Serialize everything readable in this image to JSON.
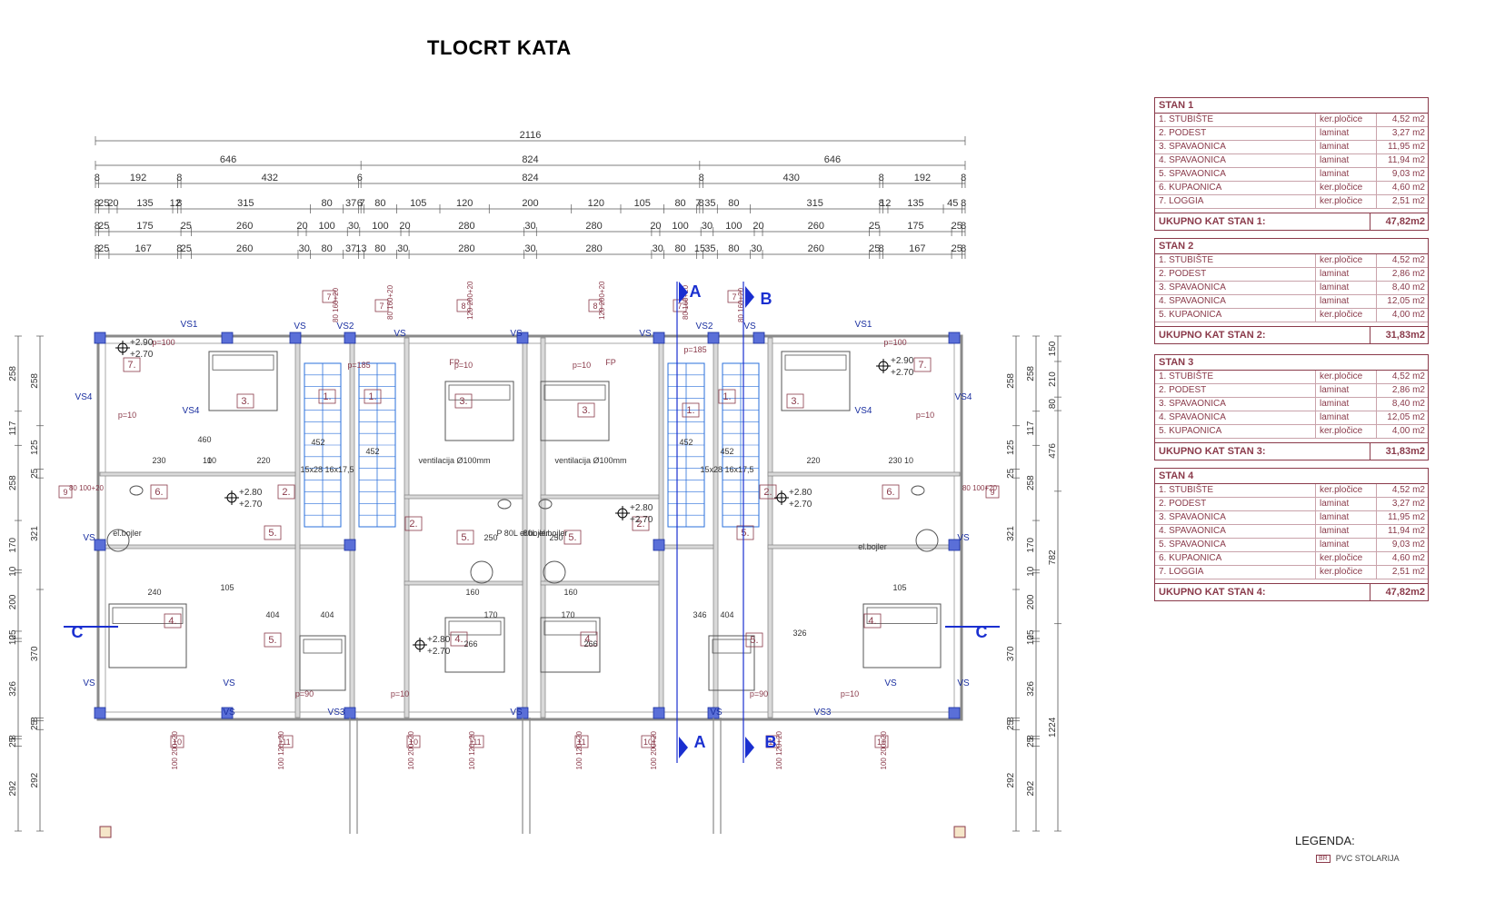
{
  "title": "TLOCRT KATA",
  "dimensions": {
    "overall": "2116",
    "row2": [
      "646",
      "824",
      "646"
    ],
    "row3": [
      "8",
      "192",
      "8",
      "432",
      "6",
      "824",
      "8",
      "430",
      "8",
      "192",
      "8"
    ],
    "row4": [
      "8",
      "25",
      "20",
      "135",
      "12",
      "8",
      "315",
      "80",
      "37",
      "6",
      "7",
      "80",
      "105",
      "120",
      "200",
      "120",
      "105",
      "80",
      "7",
      "8",
      "35",
      "80",
      "315",
      "8",
      "12",
      "135",
      "45",
      "8"
    ],
    "row5": [
      "8",
      "25",
      "175",
      "25",
      "260",
      "20",
      "100",
      "30",
      "100",
      "20",
      "280",
      "30",
      "280",
      "20",
      "100",
      "30",
      "100",
      "20",
      "260",
      "25",
      "175",
      "25",
      "8"
    ],
    "row6": [
      "8",
      "25",
      "167",
      "8",
      "25",
      "260",
      "30",
      "80",
      "37",
      "13",
      "80",
      "30",
      "280",
      "30",
      "280",
      "30",
      "80",
      "15",
      "35",
      "80",
      "30",
      "260",
      "25",
      "8",
      "167",
      "25",
      "8"
    ],
    "left_outer": [
      "258",
      "117",
      "258",
      "170",
      "10",
      "200",
      "25",
      "10",
      "326",
      "8",
      "25",
      "292"
    ],
    "left_inner": [
      "258",
      "125",
      "25",
      "321",
      "370",
      "8",
      "25",
      "292"
    ],
    "right_outer": [
      "258",
      "125",
      "25",
      "321",
      "370",
      "8",
      "25",
      "292"
    ],
    "right_inner": [
      "258",
      "117",
      "258",
      "170",
      "10",
      "200",
      "25",
      "10",
      "326",
      "8",
      "25",
      "292"
    ],
    "right_far": [
      "150",
      "210",
      "80",
      "476",
      "782",
      "1224"
    ]
  },
  "plan_labels": {
    "vs": [
      "VS1",
      "VS",
      "VS2",
      "VS",
      "VS",
      "VS",
      "VS2",
      "VS",
      "VS1",
      "VS4",
      "VS4",
      "VS4",
      "VS4",
      "VS",
      "VS",
      "VS",
      "VS",
      "VS",
      "VS3",
      "VS",
      "VS",
      "VS3",
      "VS",
      "VS"
    ],
    "rooms": [
      "1.",
      "1.",
      "1.",
      "1.",
      "2.",
      "2.",
      "2.",
      "2.",
      "3.",
      "3.",
      "3.",
      "3.",
      "4.",
      "4.",
      "4.",
      "4.",
      "5.",
      "5.",
      "5.",
      "5.",
      "5.",
      "5.",
      "6.",
      "6.",
      "7.",
      "7."
    ],
    "levels": [
      "+2.90",
      "+2.70",
      "+2.90",
      "+2.70",
      "+2.80",
      "+2.70",
      "+2.80",
      "+2.70",
      "+2.80",
      "+2.70",
      "+2.80",
      "+2.70"
    ],
    "window_tags": [
      "7",
      "7",
      "8",
      "8",
      "7",
      "7",
      "9",
      "9",
      "10",
      "11",
      "10",
      "11",
      "11",
      "10",
      "11",
      "10"
    ],
    "window_sizes_top": [
      "80 160+20",
      "80 160+20",
      "120 200+20",
      "120 200+20",
      "80 160+20",
      "80 160+20"
    ],
    "window_sizes_bottom": [
      "100 200+20",
      "100 120+20",
      "100 200+20",
      "100 120+20",
      "100 120+20",
      "100 200+20",
      "100 120+20",
      "100 200+20"
    ],
    "window_sizes_side": [
      "80 100+20",
      "80 100+20"
    ],
    "misc": [
      "p=100",
      "p=100",
      "p=10",
      "p=10",
      "p=10",
      "p=10",
      "p=10",
      "p=10",
      "p=185",
      "p=185",
      "p=90",
      "p=90",
      "FP",
      "FP",
      "el.bojler",
      "el.bojler",
      "P 80L el.bojler",
      "80L el.bojler",
      "ventilacija Ø100mm",
      "ventilacija Ø100mm",
      "460",
      "230",
      "10",
      "220",
      "10",
      "230",
      "10",
      "220",
      "240",
      "105",
      "105",
      "404",
      "404",
      "404",
      "346",
      "326",
      "266",
      "266",
      "250",
      "250",
      "170",
      "170",
      "160",
      "160",
      "452",
      "452",
      "452",
      "452",
      "15x28 16x17,5",
      "15x28 16x17,5"
    ],
    "sections": [
      "A",
      "A",
      "B",
      "B",
      "C",
      "C"
    ]
  },
  "tables": [
    {
      "name": "STAN 1",
      "rows": [
        [
          "1. STUBIŠTE",
          "ker.pločice",
          "4,52 m2"
        ],
        [
          "2. PODEST",
          "laminat",
          "3,27 m2"
        ],
        [
          "3. SPAVAONICA",
          "laminat",
          "11,95 m2"
        ],
        [
          "4. SPAVAONICA",
          "laminat",
          "11,94 m2"
        ],
        [
          "5. SPAVAONICA",
          "laminat",
          "9,03 m2"
        ],
        [
          "6. KUPAONICA",
          "ker.pločice",
          "4,60 m2"
        ],
        [
          "7. LOGGIA",
          "ker.pločice",
          "2,51 m2"
        ]
      ],
      "total_label": "UKUPNO KAT STAN 1:",
      "total": "47,82m2"
    },
    {
      "name": "STAN 2",
      "rows": [
        [
          "1. STUBIŠTE",
          "ker.pločice",
          "4,52 m2"
        ],
        [
          "2. PODEST",
          "laminat",
          "2,86 m2"
        ],
        [
          "3. SPAVAONICA",
          "laminat",
          "8,40 m2"
        ],
        [
          "4. SPAVAONICA",
          "laminat",
          "12,05 m2"
        ],
        [
          "5. KUPAONICA",
          "ker.pločice",
          "4,00 m2"
        ]
      ],
      "total_label": "UKUPNO KAT STAN 2:",
      "total": "31,83m2"
    },
    {
      "name": "STAN 3",
      "rows": [
        [
          "1. STUBIŠTE",
          "ker.pločice",
          "4,52 m2"
        ],
        [
          "2. PODEST",
          "laminat",
          "2,86 m2"
        ],
        [
          "3. SPAVAONICA",
          "laminat",
          "8,40 m2"
        ],
        [
          "4. SPAVAONICA",
          "laminat",
          "12,05 m2"
        ],
        [
          "5. KUPAONICA",
          "ker.pločice",
          "4,00 m2"
        ]
      ],
      "total_label": "UKUPNO KAT STAN 3:",
      "total": "31,83m2"
    },
    {
      "name": "STAN 4",
      "rows": [
        [
          "1. STUBIŠTE",
          "ker.pločice",
          "4,52 m2"
        ],
        [
          "2. PODEST",
          "laminat",
          "3,27 m2"
        ],
        [
          "3. SPAVAONICA",
          "laminat",
          "11,95 m2"
        ],
        [
          "4. SPAVAONICA",
          "laminat",
          "11,94 m2"
        ],
        [
          "5. SPAVAONICA",
          "laminat",
          "9,03 m2"
        ],
        [
          "6. KUPAONICA",
          "ker.pločice",
          "4,60 m2"
        ],
        [
          "7. LOGGIA",
          "ker.pločice",
          "2,51 m2"
        ]
      ],
      "total_label": "UKUPNO KAT STAN 4:",
      "total": "47,82m2"
    }
  ],
  "legend": {
    "title": "LEGENDA:",
    "tag": "BR",
    "item": "PVC STOLARIJA"
  },
  "colors": {
    "wall": "#8a8a8a",
    "dimension": "#555555",
    "annotation_red": "#8a3a4a",
    "stair_blue": "#2a6fdb",
    "section_blue": "#1a2fd0"
  }
}
